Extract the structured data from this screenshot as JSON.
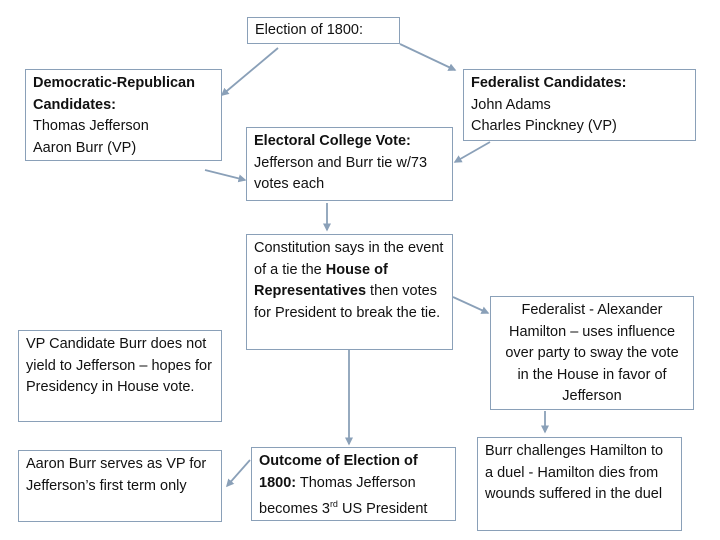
{
  "title": "Election of 1800:",
  "dem_rep": {
    "heading": "Democratic-Republican Candidates:",
    "line1": "Thomas Jefferson",
    "line2": "Aaron Burr (VP)"
  },
  "federalist": {
    "heading": "Federalist Candidates:",
    "line1": "John Adams",
    "line2": "Charles Pinckney (VP)"
  },
  "electoral": {
    "heading": "Electoral College Vote:",
    "text": "Jefferson and Burr tie w/73 votes each"
  },
  "constitution": {
    "pre": "Constitution says in the event of a tie the ",
    "bold": "House of Representatives",
    "post": " then votes for President to break the tie."
  },
  "burr_vp": {
    "text": "VP Candidate Burr does not yield to Jefferson – hopes for Presidency in House vote."
  },
  "hamilton": {
    "text": "Federalist - Alexander Hamilton – uses influence over party to sway the vote in the House in favor of Jefferson"
  },
  "outcome": {
    "heading": "Outcome of Election of 1800:",
    "text_pre": " Thomas Jefferson becomes 3",
    "sup": "rd",
    "text_post": " US President"
  },
  "burr_serves": {
    "text": "Aaron Burr serves as VP for Jefferson’s first term only"
  },
  "duel": {
    "text": "Burr challenges Hamilton to a duel  - Hamilton dies from wounds suffered in the duel"
  },
  "colors": {
    "border": "#8aa0b8",
    "arrow": "#8aa0b8"
  }
}
